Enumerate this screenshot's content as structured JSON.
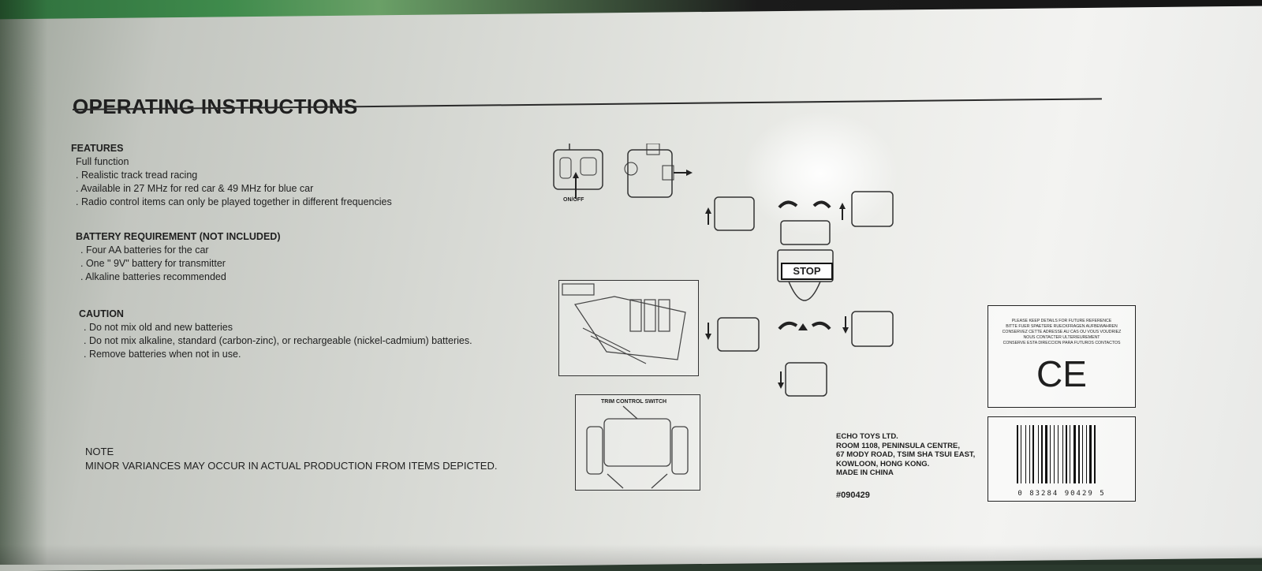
{
  "title": "OPERATING INSTRUCTIONS",
  "features": {
    "heading": "FEATURES",
    "items": [
      "Full function",
      ". Realistic track tread racing",
      ". Available in 27 MHz for red car & 49 MHz for blue car",
      ". Radio control items can only be played together in different frequencies"
    ]
  },
  "battery": {
    "heading": "BATTERY REQUIREMENT (NOT INCLUDED)",
    "items": [
      ". Four AA batteries for the car",
      ". One \" 9V\" battery for transmitter",
      ". Alkaline batteries recommended"
    ]
  },
  "caution": {
    "heading": "CAUTION",
    "items": [
      ". Do not mix old and new batteries",
      ". Do not mix alkaline, standard (carbon-zinc), or rechargeable (nickel-cadmium) batteries.",
      ". Remove batteries when not in use."
    ]
  },
  "note": {
    "heading": "NOTE",
    "text": "MINOR VARIANCES MAY OCCUR IN ACTUAL PRODUCTION FROM ITEMS DEPICTED."
  },
  "diagram_labels": {
    "onoff": "ON/OFF",
    "stop": "STOP",
    "trim": "TRIM CONTROL SWITCH"
  },
  "address": {
    "lines": [
      "ECHO TOYS LTD.",
      "ROOM 1108, PENINSULA CENTRE,",
      "67 MODY ROAD, TSIM SHA TSUI EAST,",
      "KOWLOON, HONG KONG.",
      "MADE IN CHINA"
    ],
    "item_code": "#090429"
  },
  "ce_box": {
    "lines": [
      "PLEASE KEEP DETAILS FOR FUTURE REFERENCE",
      "BITTE FUER SPAETERE RUECKFRAGEN AUFBEWAHREN",
      "CONSERVEZ CETTE ADRESSE AU CAS OU VOUS VOUDRIEZ",
      "NOUS CONTACTER ULTERIEUREMENT",
      "CONSERVE ESTA DIRECCION PARA FUTUROS CONTACTOS"
    ],
    "mark": "CE"
  },
  "barcode": {
    "digits": "0  83284  90429  5"
  }
}
